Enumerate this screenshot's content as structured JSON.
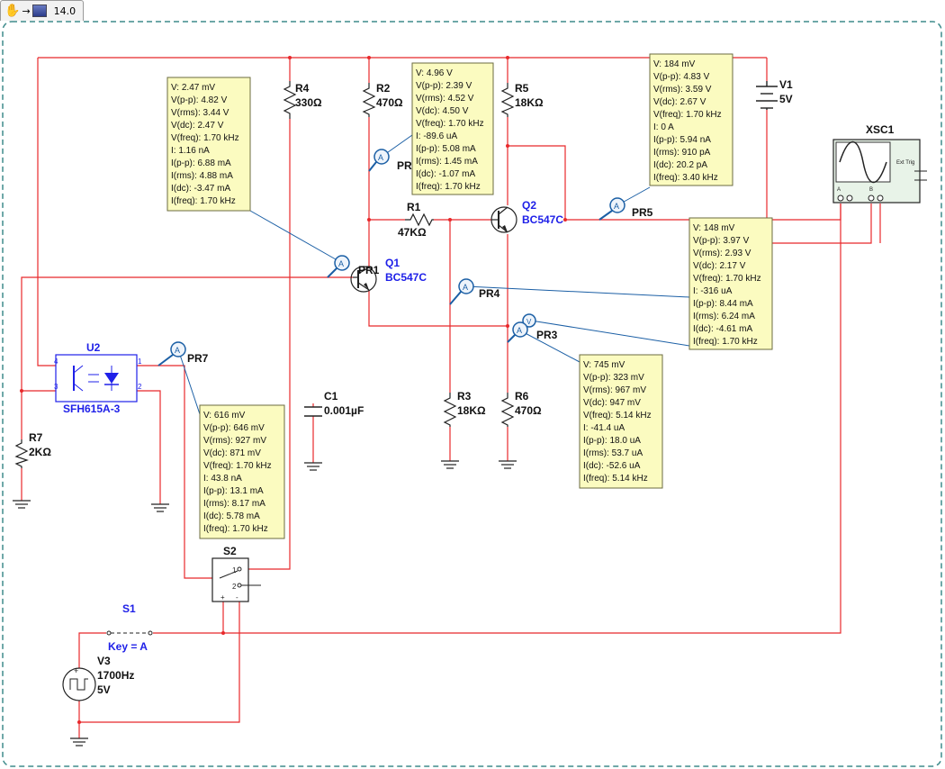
{
  "toolbar": {
    "hand_icon": "hand-icon",
    "arrow_glyph": "→",
    "zoom": "14.0"
  },
  "colors": {
    "wire": "#e8282b",
    "probe_line": "#1b5fa5",
    "note_bg": "#fbfbc0",
    "component_label": "#1f20e8",
    "frame": "#3f8c8c"
  },
  "components": {
    "r4": {
      "ref": "R4",
      "value": "330Ω"
    },
    "r2": {
      "ref": "R2",
      "value": "470Ω"
    },
    "r5": {
      "ref": "R5",
      "value": "18KΩ"
    },
    "r1": {
      "ref": "R1",
      "value": "47KΩ"
    },
    "r3": {
      "ref": "R3",
      "value": "18KΩ"
    },
    "r6": {
      "ref": "R6",
      "value": "470Ω"
    },
    "r7": {
      "ref": "R7",
      "value": "2KΩ"
    },
    "c1": {
      "ref": "C1",
      "value": "0.001µF"
    },
    "v1": {
      "ref": "V1",
      "value": "5V"
    },
    "v3": {
      "ref": "V3",
      "value1": "1700Hz",
      "value2": "5V"
    },
    "q1": {
      "ref": "Q1",
      "model": "BC547C"
    },
    "q2": {
      "ref": "Q2",
      "model": "BC547C"
    },
    "u2": {
      "ref": "U2",
      "model": "SFH615A-3",
      "pin1": "1",
      "pin2": "2",
      "pin3": "3",
      "pin4": "4"
    },
    "s1": {
      "ref": "S1",
      "key": "Key = A"
    },
    "s2": {
      "ref": "S2",
      "pin1": "1",
      "pin2": "2",
      "plus": "+",
      "minus": "-"
    },
    "xsc1": {
      "ref": "XSC1",
      "trig": "Ext Trig",
      "a": "A",
      "b": "B"
    }
  },
  "probes": {
    "pr1": {
      "name": "PR1"
    },
    "pr2": {
      "name": "PR"
    },
    "pr3": {
      "name": "PR3"
    },
    "pr4": {
      "name": "PR4"
    },
    "pr5": {
      "name": "PR5"
    },
    "pr7": {
      "name": "PR7"
    }
  },
  "probe_glyph": "V",
  "probe_glyph_a": "A",
  "notes": {
    "pr1": [
      "V: 2.47 mV",
      "V(p-p): 4.82 V",
      "V(rms): 3.44 V",
      "V(dc): 2.47 V",
      "V(freq): 1.70 kHz",
      "I: 1.16 nA",
      "I(p-p): 6.88 mA",
      "I(rms): 4.88 mA",
      "I(dc): -3.47 mA",
      "I(freq): 1.70 kHz"
    ],
    "pr2": [
      "V: 4.96 V",
      "V(p-p): 2.39 V",
      "V(rms): 4.52 V",
      "V(dc): 4.50 V",
      "V(freq): 1.70 kHz",
      "I: -89.6 uA",
      "I(p-p): 5.08 mA",
      "I(rms): 1.45 mA",
      "I(dc): -1.07 mA",
      "I(freq): 1.70 kHz"
    ],
    "pr5": [
      "V: 184 mV",
      "V(p-p): 4.83 V",
      "V(rms): 3.59 V",
      "V(dc): 2.67 V",
      "V(freq): 1.70 kHz",
      "I: 0 A",
      "I(p-p): 5.94 nA",
      "I(rms): 910 pA",
      "I(dc): 20.2 pA",
      "I(freq): 3.40 kHz"
    ],
    "pr4": [
      "V: 148 mV",
      "V(p-p): 3.97 V",
      "V(rms): 2.93 V",
      "V(dc): 2.17 V",
      "V(freq): 1.70 kHz",
      "I: -316 uA",
      "I(p-p): 8.44 mA",
      "I(rms): 6.24 mA",
      "I(dc): -4.61 mA",
      "I(freq): 1.70 kHz"
    ],
    "pr3": [
      "V: 745 mV",
      "V(p-p): 323 mV",
      "V(rms): 967 mV",
      "V(dc): 947 mV",
      "V(freq): 5.14 kHz",
      "I: -41.4 uA",
      "I(p-p): 18.0 uA",
      "I(rms): 53.7 uA",
      "I(dc): -52.6 uA",
      "I(freq): 5.14 kHz"
    ],
    "pr7": [
      "V: 616 mV",
      "V(p-p): 646 mV",
      "V(rms): 927 mV",
      "V(dc): 871 mV",
      "V(freq): 1.70 kHz",
      "I: 43.8 nA",
      "I(p-p): 13.1 mA",
      "I(rms): 8.17 mA",
      "I(dc): 5.78 mA",
      "I(freq): 1.70 kHz"
    ]
  }
}
